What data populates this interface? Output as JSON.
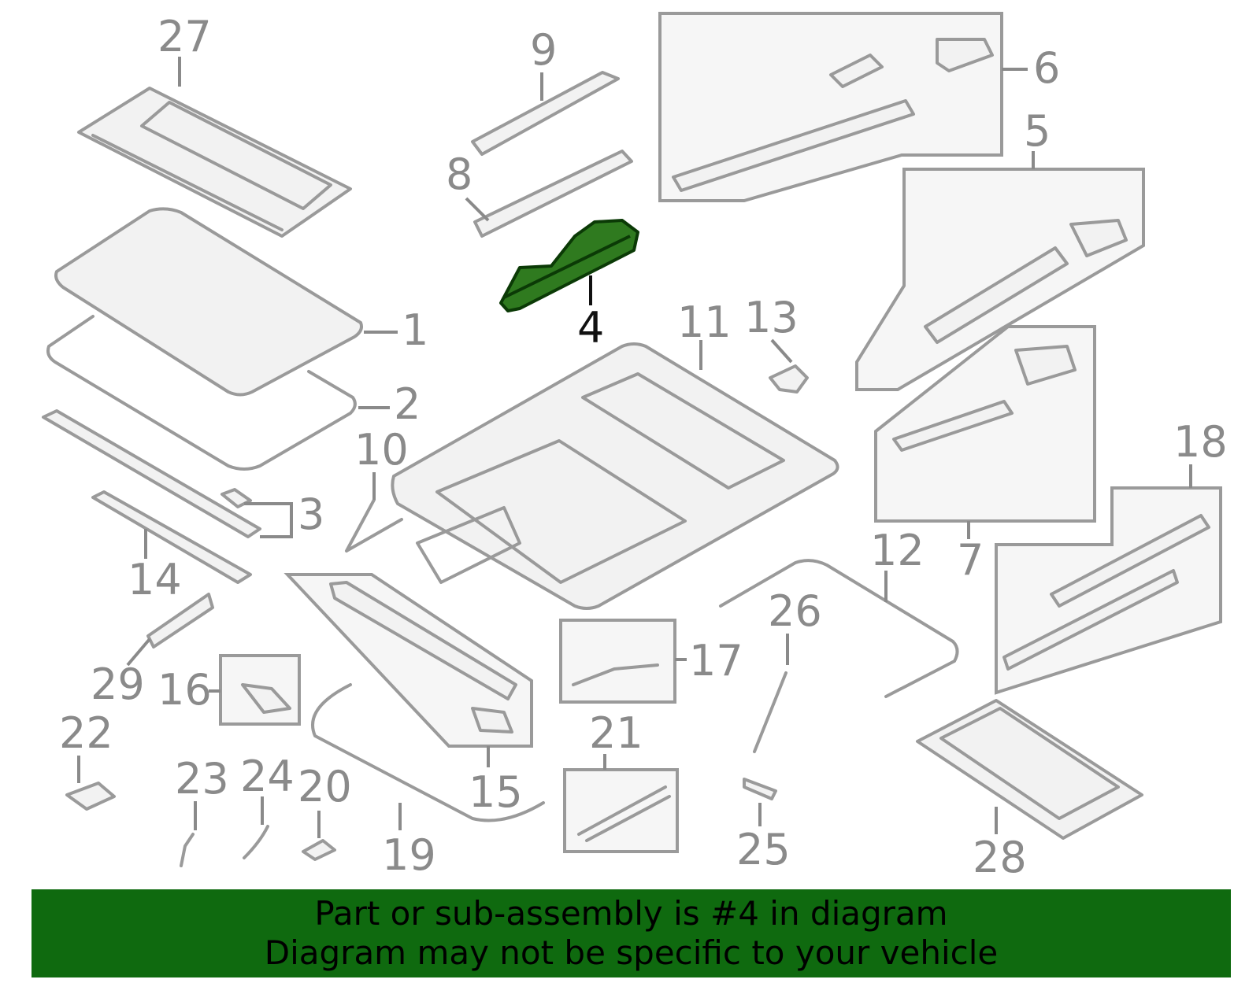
{
  "labels": {
    "n1": "1",
    "n2": "2",
    "n3": "3",
    "n4": "4",
    "n5": "5",
    "n6": "6",
    "n7": "7",
    "n8": "8",
    "n9": "9",
    "n10": "10",
    "n11": "11",
    "n12": "12",
    "n13": "13",
    "n14": "14",
    "n15": "15",
    "n16": "16",
    "n17": "17",
    "n18": "18",
    "n19": "19",
    "n20": "20",
    "n21": "21",
    "n22": "22",
    "n23": "23",
    "n24": "24",
    "n25": "25",
    "n26": "26",
    "n27": "27",
    "n28": "28",
    "n29": "29"
  },
  "highlight_part": "4",
  "colors": {
    "highlight": "#2f7a1f",
    "banner": "#0f6a0f",
    "linework": "#9a9a9a"
  },
  "banner": {
    "line1": "Part or sub-assembly is #4 in diagram",
    "line2": "Diagram may not be specific to your vehicle"
  }
}
